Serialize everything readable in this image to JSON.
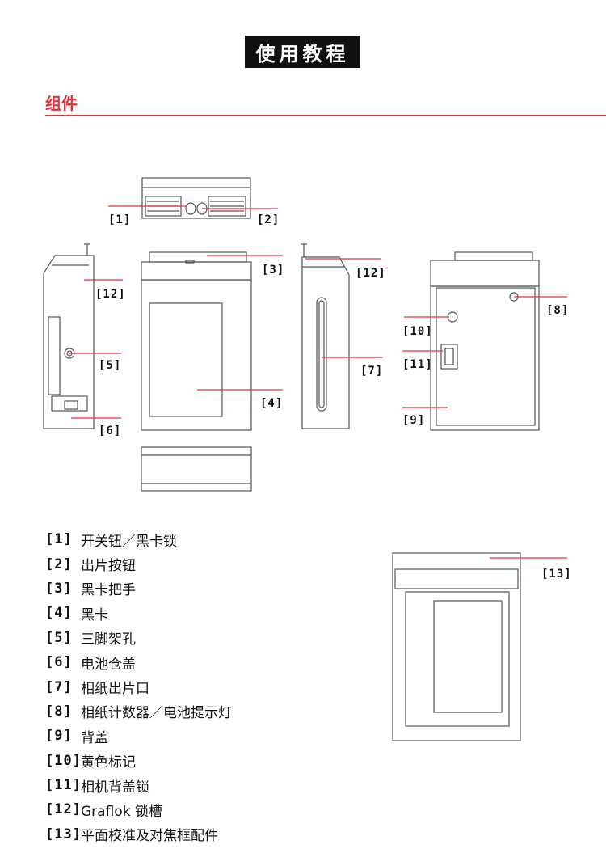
{
  "header": {
    "title": "使用教程"
  },
  "section": {
    "title": "组件"
  },
  "callouts": {
    "c1": "[1]",
    "c2": "[2]",
    "c3": "[3]",
    "c4": "[4]",
    "c5": "[5]",
    "c6": "[6]",
    "c7": "[7]",
    "c8": "[8]",
    "c9": "[9]",
    "c10": "[10]",
    "c11": "[11]",
    "c12a": "[12]",
    "c12b": "[12]",
    "c13": "[13]"
  },
  "legend": [
    {
      "num": "[1]",
      "text": "开关钮／黑卡锁"
    },
    {
      "num": "[2]",
      "text": "出片按钮"
    },
    {
      "num": "[3]",
      "text": "黑卡把手"
    },
    {
      "num": "[4]",
      "text": "黑卡"
    },
    {
      "num": "[5]",
      "text": "三脚架孔"
    },
    {
      "num": "[6]",
      "text": "电池仓盖"
    },
    {
      "num": "[7]",
      "text": "相纸出片口"
    },
    {
      "num": "[8]",
      "text": "相纸计数器／电池提示灯"
    },
    {
      "num": "[9]",
      "text": "背盖"
    },
    {
      "num": "[10]",
      "text": "黄色标记"
    },
    {
      "num": "[11]",
      "text": "相机背盖锁"
    },
    {
      "num": "[12]",
      "text": "Graflok 锁槽"
    },
    {
      "num": "[13]",
      "text": "平面校准及对焦框配件"
    }
  ],
  "colors": {
    "accent": "#e3323c",
    "ink": "#111111",
    "line": "#555555"
  }
}
